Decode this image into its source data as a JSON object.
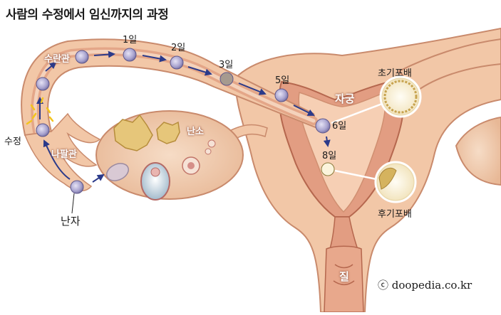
{
  "title": "사람의 수정에서 임신까지의 과정",
  "labels": {
    "fallopian_tube_ampulla": "수란관",
    "fertilization": "수정",
    "fimbriae": "나팔관",
    "egg": "난자",
    "ovary": "난소",
    "uterus": "자궁",
    "vagina": "질",
    "early_blastocyst": "초기포배",
    "late_blastocyst": "후기포배"
  },
  "days": [
    "1일",
    "2일",
    "3일",
    "5일",
    "6일",
    "8일"
  ],
  "credit": "ⓒ doopedia.co.kr",
  "colors": {
    "tissue_fill": "#f2c7a7",
    "tissue_stroke": "#c98a6c",
    "lining": "#e29d82",
    "cell": "#b7b3d6"
  }
}
